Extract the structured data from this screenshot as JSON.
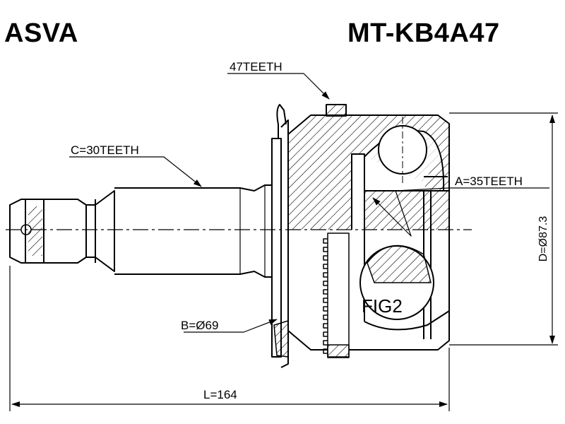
{
  "header": {
    "brand": "ASVA",
    "part_number": "MT-KB4A47"
  },
  "drawing": {
    "outer_teeth": "47TEETH",
    "shaft_spline": "C=30TEETH",
    "inner_spline": "A=35TEETH",
    "outer_diameter": "D=Ø87.3",
    "figure_label": "FIG2",
    "seal_diameter": "B=Ø69",
    "total_length": "L=164"
  },
  "colors": {
    "ink": "#000000",
    "background": "#ffffff"
  }
}
